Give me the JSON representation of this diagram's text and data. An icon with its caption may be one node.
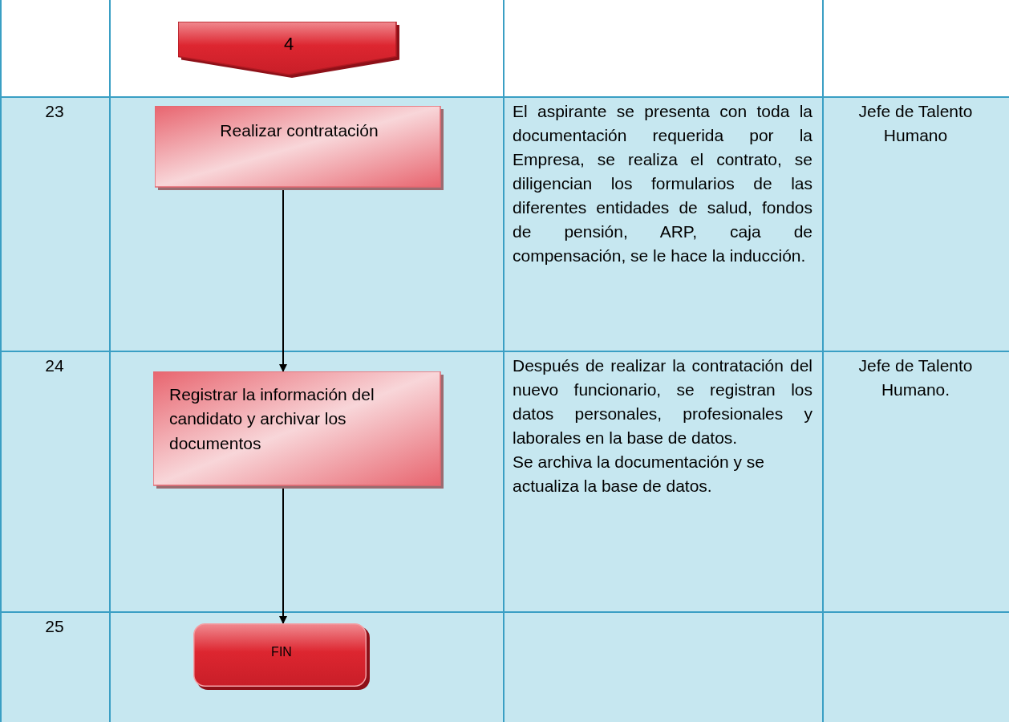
{
  "diagram": {
    "nodes": [
      {
        "text": [
          "4"
        ]
      },
      {
        "text": [
          "Realizar contratación"
        ]
      },
      {
        "text": [
          "Registrar la información del candidato y archivar los documentos"
        ]
      },
      {
        "text": [
          "FIN"
        ]
      }
    ],
    "edges": [
      {
        "from": 1,
        "to": 2,
        "arrow": "to"
      },
      {
        "from": 2,
        "to": 3,
        "arrow": "to"
      }
    ],
    "labels": [
      "23",
      "El aspirante se presenta con toda la documentación requerida por la Empresa, se realiza el contrato, se diligencian los formularios de las diferentes entidades de salud, fondos de pensión, ARP, caja de compensación, se le hace la inducción.",
      "Jefe de Talento Humano",
      "24",
      "Después de realizar la contratación del nuevo funcionario, se registran los datos personales, profesionales y laborales en la base de datos.",
      "Se archiva la documentación y se actualiza la base de datos.",
      "Jefe de Talento Humano.",
      "25"
    ]
  }
}
